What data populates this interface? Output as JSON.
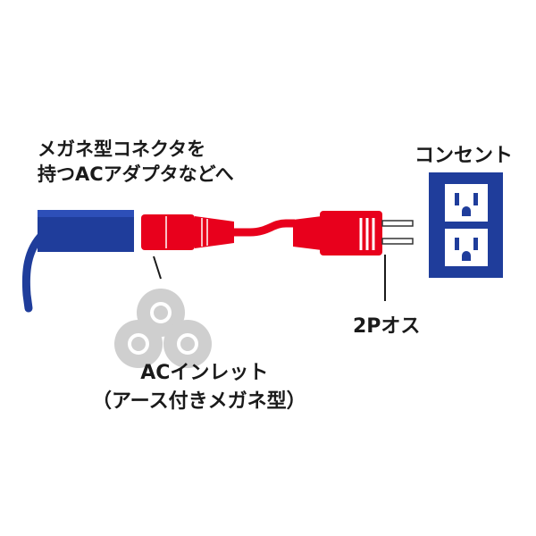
{
  "labels": {
    "adapter_line1": "メガネ型コネクタを",
    "adapter_line2": "持つACアダプタなどへ",
    "outlet": "コンセント",
    "plug": "2Pオス",
    "inlet_line1": "ACインレット",
    "inlet_line2": "（アース付きメガネ型）"
  },
  "colors": {
    "cable_red": "#e8001c",
    "adapter_blue": "#1f3d9b",
    "outlet_blue": "#1f3d9b",
    "inlet_gray": "#cfcfcf",
    "text": "#1a1a1a"
  }
}
